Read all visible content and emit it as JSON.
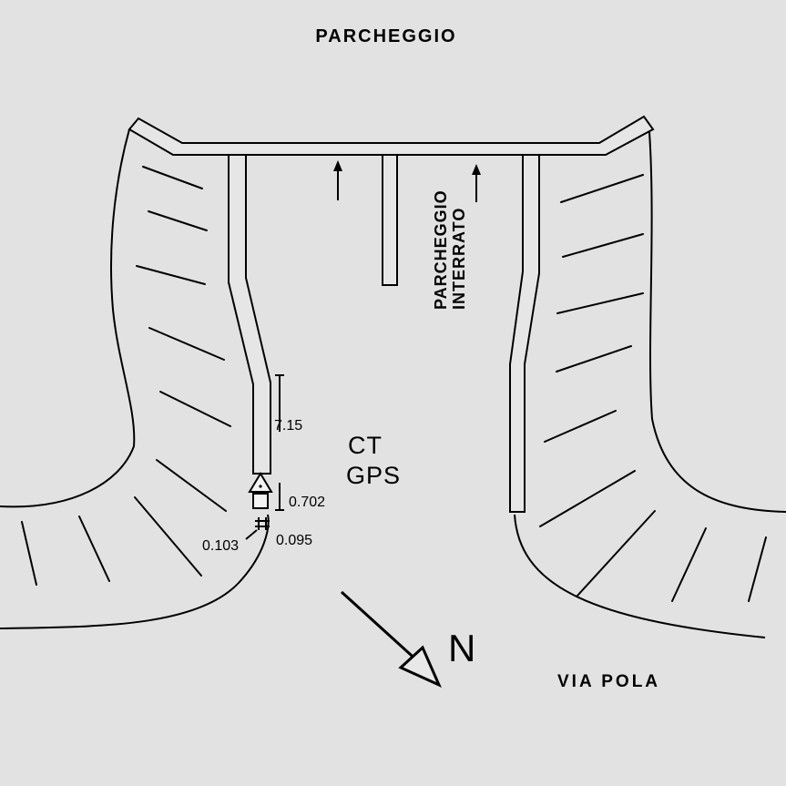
{
  "map": {
    "title": "PARCHEGGIO",
    "underground_line1": "PARCHEGGIO",
    "underground_line2": "INTERRATO",
    "station_line1": "CT",
    "station_line2": "GPS",
    "north_label": "N",
    "street_label": "VIA POLA",
    "measurements": {
      "long": "7.15",
      "short": "0.702",
      "left_offset": "0.103",
      "right_offset": "0.095"
    }
  }
}
